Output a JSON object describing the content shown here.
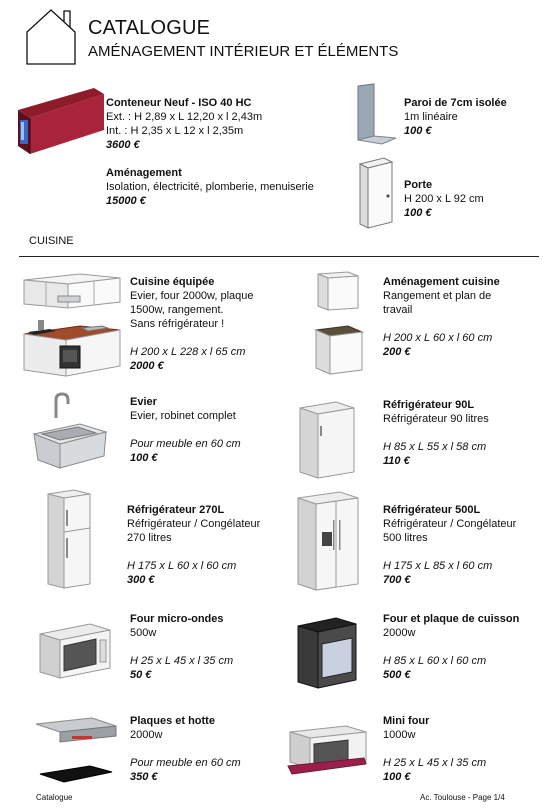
{
  "header": {
    "title": "CATALOGUE",
    "subtitle": "AMÉNAGEMENT INTÉRIEUR ET ÉLÉMENTS"
  },
  "top_items": [
    {
      "name": "Conteneur Neuf - ISO 40 HC",
      "lines": [
        "Ext. : H 2,89 x L 12,20 x l 2,43m",
        "Int. : H 2,35 x L 12 x l 2,35m"
      ],
      "price": "3600 €"
    },
    {
      "name": "Aménagement",
      "lines": [
        "Isolation, électricité, plomberie, menuiserie"
      ],
      "price": "15000 €"
    },
    {
      "name": "Paroi de 7cm isolée",
      "lines": [
        "1m linéaire"
      ],
      "price": "100 €"
    },
    {
      "name": "Porte",
      "lines": [
        "H 200 x L 92 cm"
      ],
      "price": "100 €"
    }
  ],
  "section": "CUISINE",
  "kitchen_items": [
    {
      "name": "Cuisine équipée",
      "lines": [
        "Evier, four 2000w, plaque",
        "1500w, rangement.",
        "Sans réfrigérateur !"
      ],
      "dim": "H 200 x L 228 x l 65 cm",
      "price": "2000 €"
    },
    {
      "name": "Aménagement cuisine",
      "lines": [
        "Rangement et plan de",
        "travail"
      ],
      "dim": "H 200 x L 60 x l 60 cm",
      "price": "200 €"
    },
    {
      "name": "Evier",
      "lines": [
        "Evier, robinet complet"
      ],
      "dim": "Pour meuble en 60 cm",
      "price": "100 €"
    },
    {
      "name": "Réfrigérateur 90L",
      "lines": [
        "Réfrigérateur 90 litres"
      ],
      "dim": "H 85 x L 55 x l 58 cm",
      "price": "110 €"
    },
    {
      "name": "Réfrigérateur 270L",
      "lines": [
        "Réfrigérateur / Congélateur",
        "270 litres"
      ],
      "dim": "H 175 x L 60 x l 60 cm",
      "price": "300 €"
    },
    {
      "name": "Réfrigérateur 500L",
      "lines": [
        "Réfrigérateur / Congélateur",
        "500 litres"
      ],
      "dim": "H 175 x L 85 x l 60 cm",
      "price": "700 €"
    },
    {
      "name": "Four micro-ondes",
      "lines": [
        "500w"
      ],
      "dim": "H 25 x L 45 x l 35 cm",
      "price": "50 €"
    },
    {
      "name": "Four et plaque de cuisson",
      "lines": [
        "2000w"
      ],
      "dim": "H 85 x L 60 x l 60 cm",
      "price": "500 €"
    },
    {
      "name": "Plaques et hotte",
      "lines": [
        "2000w"
      ],
      "dim": "Pour meuble en 60 cm",
      "price": "350 €"
    },
    {
      "name": "Mini four",
      "lines": [
        "1000w"
      ],
      "dim": "H 25 x L 45 x l 35 cm",
      "price": "100 €"
    }
  ],
  "footer": {
    "left": "Catalogue",
    "right": "Ac. Toulouse - Page 1/4"
  }
}
